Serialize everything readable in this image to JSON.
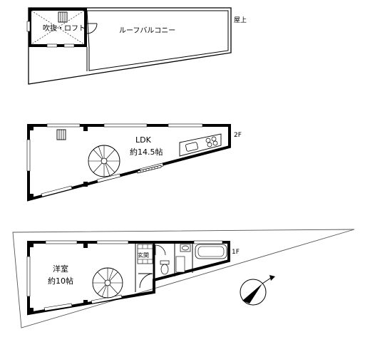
{
  "floors": {
    "rooftop": {
      "floor_label": "屋上",
      "atrium_label": "吹抜・ロフト",
      "balcony_label": "ルーフバルコニー"
    },
    "second": {
      "floor_label": "2F",
      "ldk_label": "LDK",
      "ldk_size": "約14.5帖"
    },
    "first": {
      "floor_label": "1F",
      "room_label": "洋室",
      "room_size": "約10帖",
      "entrance_label": "玄関"
    }
  },
  "icons": [
    "spiral-staircase-icon",
    "compass-icon",
    "toilet-icon",
    "bathtub-icon",
    "kitchen-icon",
    "stove-icon",
    "sink-icon",
    "washbasin-icon",
    "ladder-icon"
  ]
}
